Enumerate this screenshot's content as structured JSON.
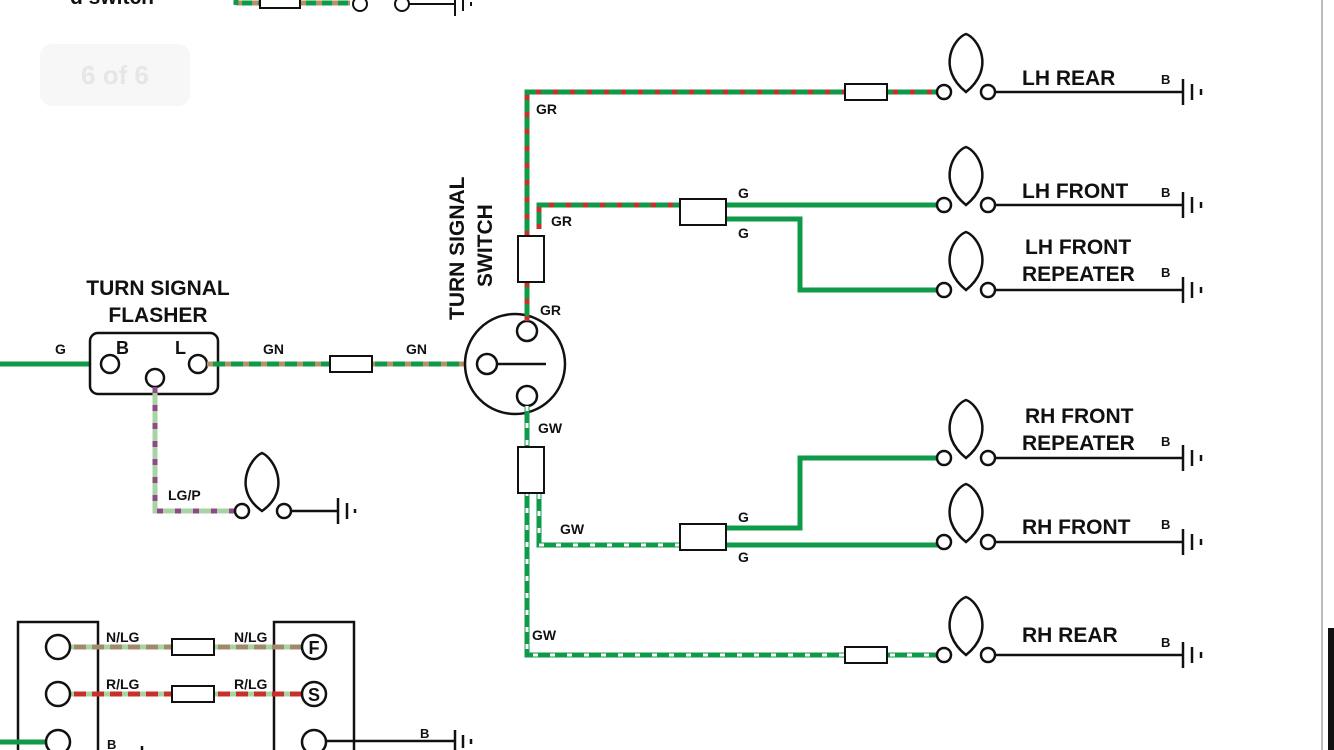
{
  "overlay": {
    "page_indicator": "6 of 6"
  },
  "top_partial_label": "d switch",
  "flasher": {
    "title_line1": "TURN SIGNAL",
    "title_line2": "FLASHER",
    "pin_b": "B",
    "pin_l": "L"
  },
  "switch": {
    "title_line1": "TURN SIGNAL",
    "title_line2": "SWITCH"
  },
  "lamps": {
    "lh_rear": "LH REAR",
    "lh_front": "LH FRONT",
    "lh_front_repeater_1": "LH FRONT",
    "lh_front_repeater_2": "REPEATER",
    "rh_front_repeater_1": "RH FRONT",
    "rh_front_repeater_2": "REPEATER",
    "rh_front": "RH FRONT",
    "rh_rear": "RH REAR"
  },
  "ground_label": "B",
  "wire_codes": {
    "g": "G",
    "gn": "GN",
    "gr": "GR",
    "gw": "GW",
    "lgp": "LG/P",
    "nlg": "N/LG",
    "rlg": "R/LG",
    "b": "B"
  },
  "bottom_terminals": {
    "f": "F",
    "s": "S"
  },
  "colors": {
    "green": "#0f9a4a",
    "red": "#c8302b",
    "brown": "#b89068",
    "light_green": "#a8d3a4",
    "purple": "#8e4a86",
    "tan": "#a08a6a",
    "outline": "#1a1a1a"
  }
}
